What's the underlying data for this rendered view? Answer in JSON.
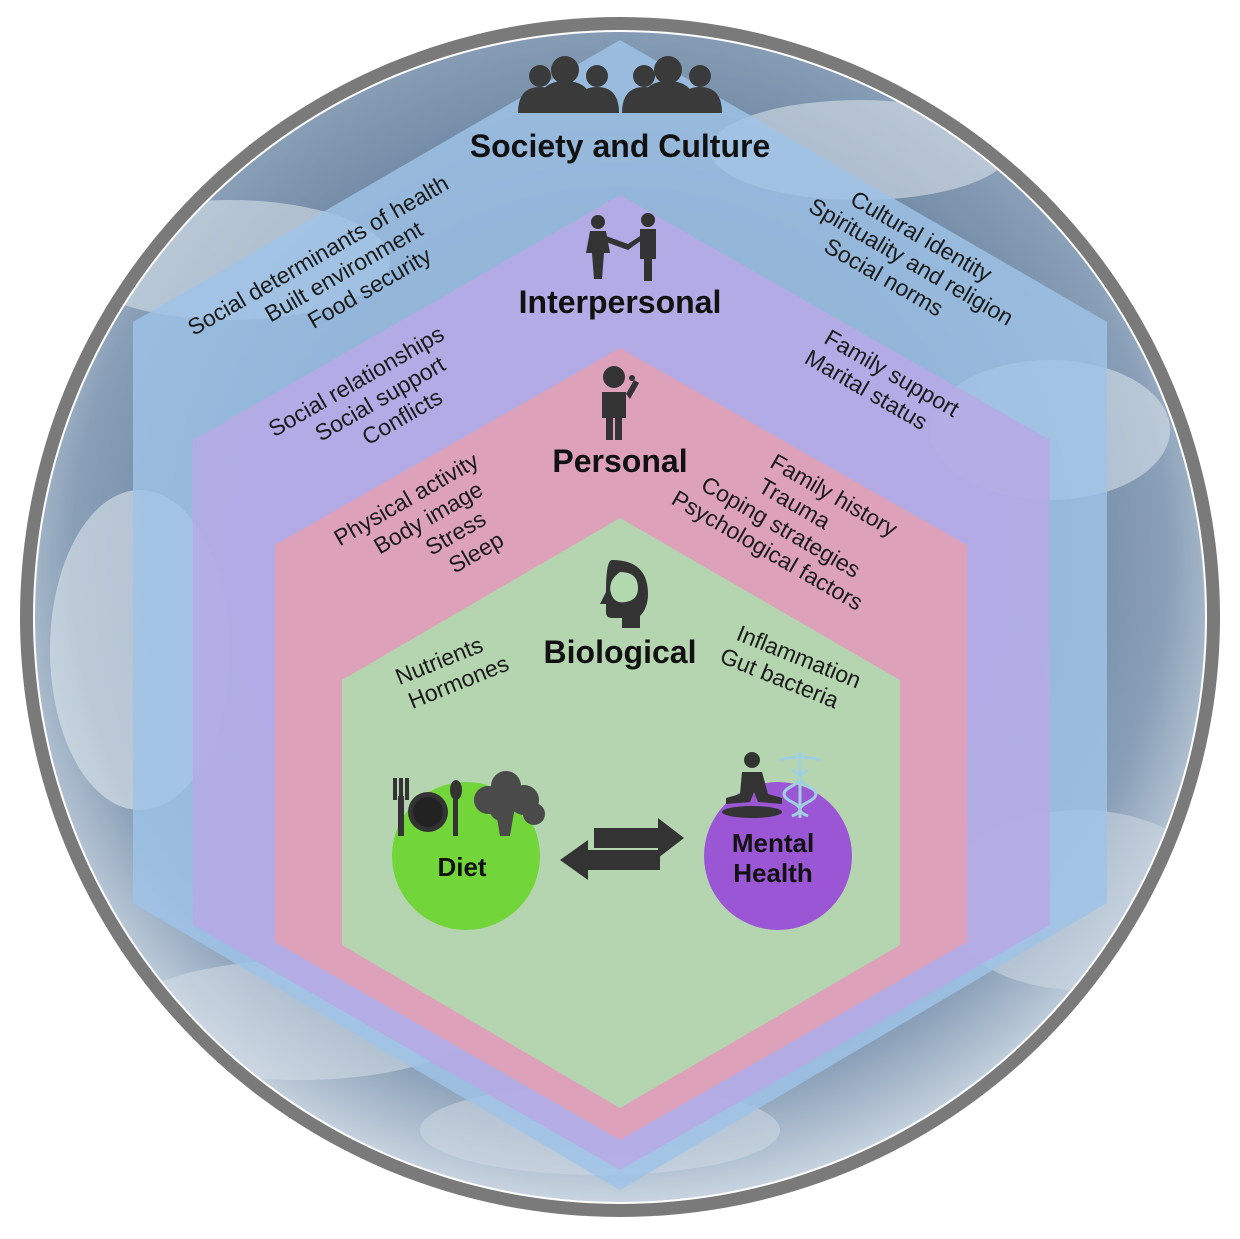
{
  "layers": {
    "society": {
      "title": "Society and Culture",
      "icon": "group-of-people-icon",
      "color": "#9fc3e8",
      "left_factors": [
        "Social determinants of health",
        "Built environment",
        "Food security"
      ],
      "right_factors": [
        "Cultural identity",
        "Spirituality and religion",
        "Social norms"
      ]
    },
    "interpersonal": {
      "title": "Interpersonal",
      "icon": "two-people-handshake-icon",
      "color": "#b7a9e6",
      "left_factors": [
        "Social relationships",
        "Social support",
        "Conflicts"
      ],
      "right_factors": [
        "Family support",
        "Marital status"
      ]
    },
    "personal": {
      "title": "Personal",
      "icon": "thinking-person-icon",
      "color": "#e3a0b4",
      "left_factors": [
        "Physical activity",
        "Body image",
        "Stress",
        "Sleep"
      ],
      "right_factors": [
        "Family history",
        "Trauma",
        "Coping strategies",
        "Psychological factors"
      ]
    },
    "biological": {
      "title": "Biological",
      "icon": "head-brain-icon",
      "color": "#b2d8b0",
      "left_factors": [
        "Nutrients",
        "Hormones"
      ],
      "right_factors": [
        "Inflammation",
        "Gut bacteria"
      ]
    }
  },
  "diet": {
    "label": "Diet",
    "color": "#72d63a",
    "icon": "fork-plate-spoon-broccoli-icon"
  },
  "mental_health": {
    "label_line1": "Mental",
    "label_line2": "Health",
    "color": "#9b56d6",
    "icon": "meditation-caduceus-icon"
  },
  "arrows_icon": "bidirectional-arrows-icon",
  "background": {
    "icon": "earth-globe-icon",
    "ring_color": "#7a7a7a"
  }
}
